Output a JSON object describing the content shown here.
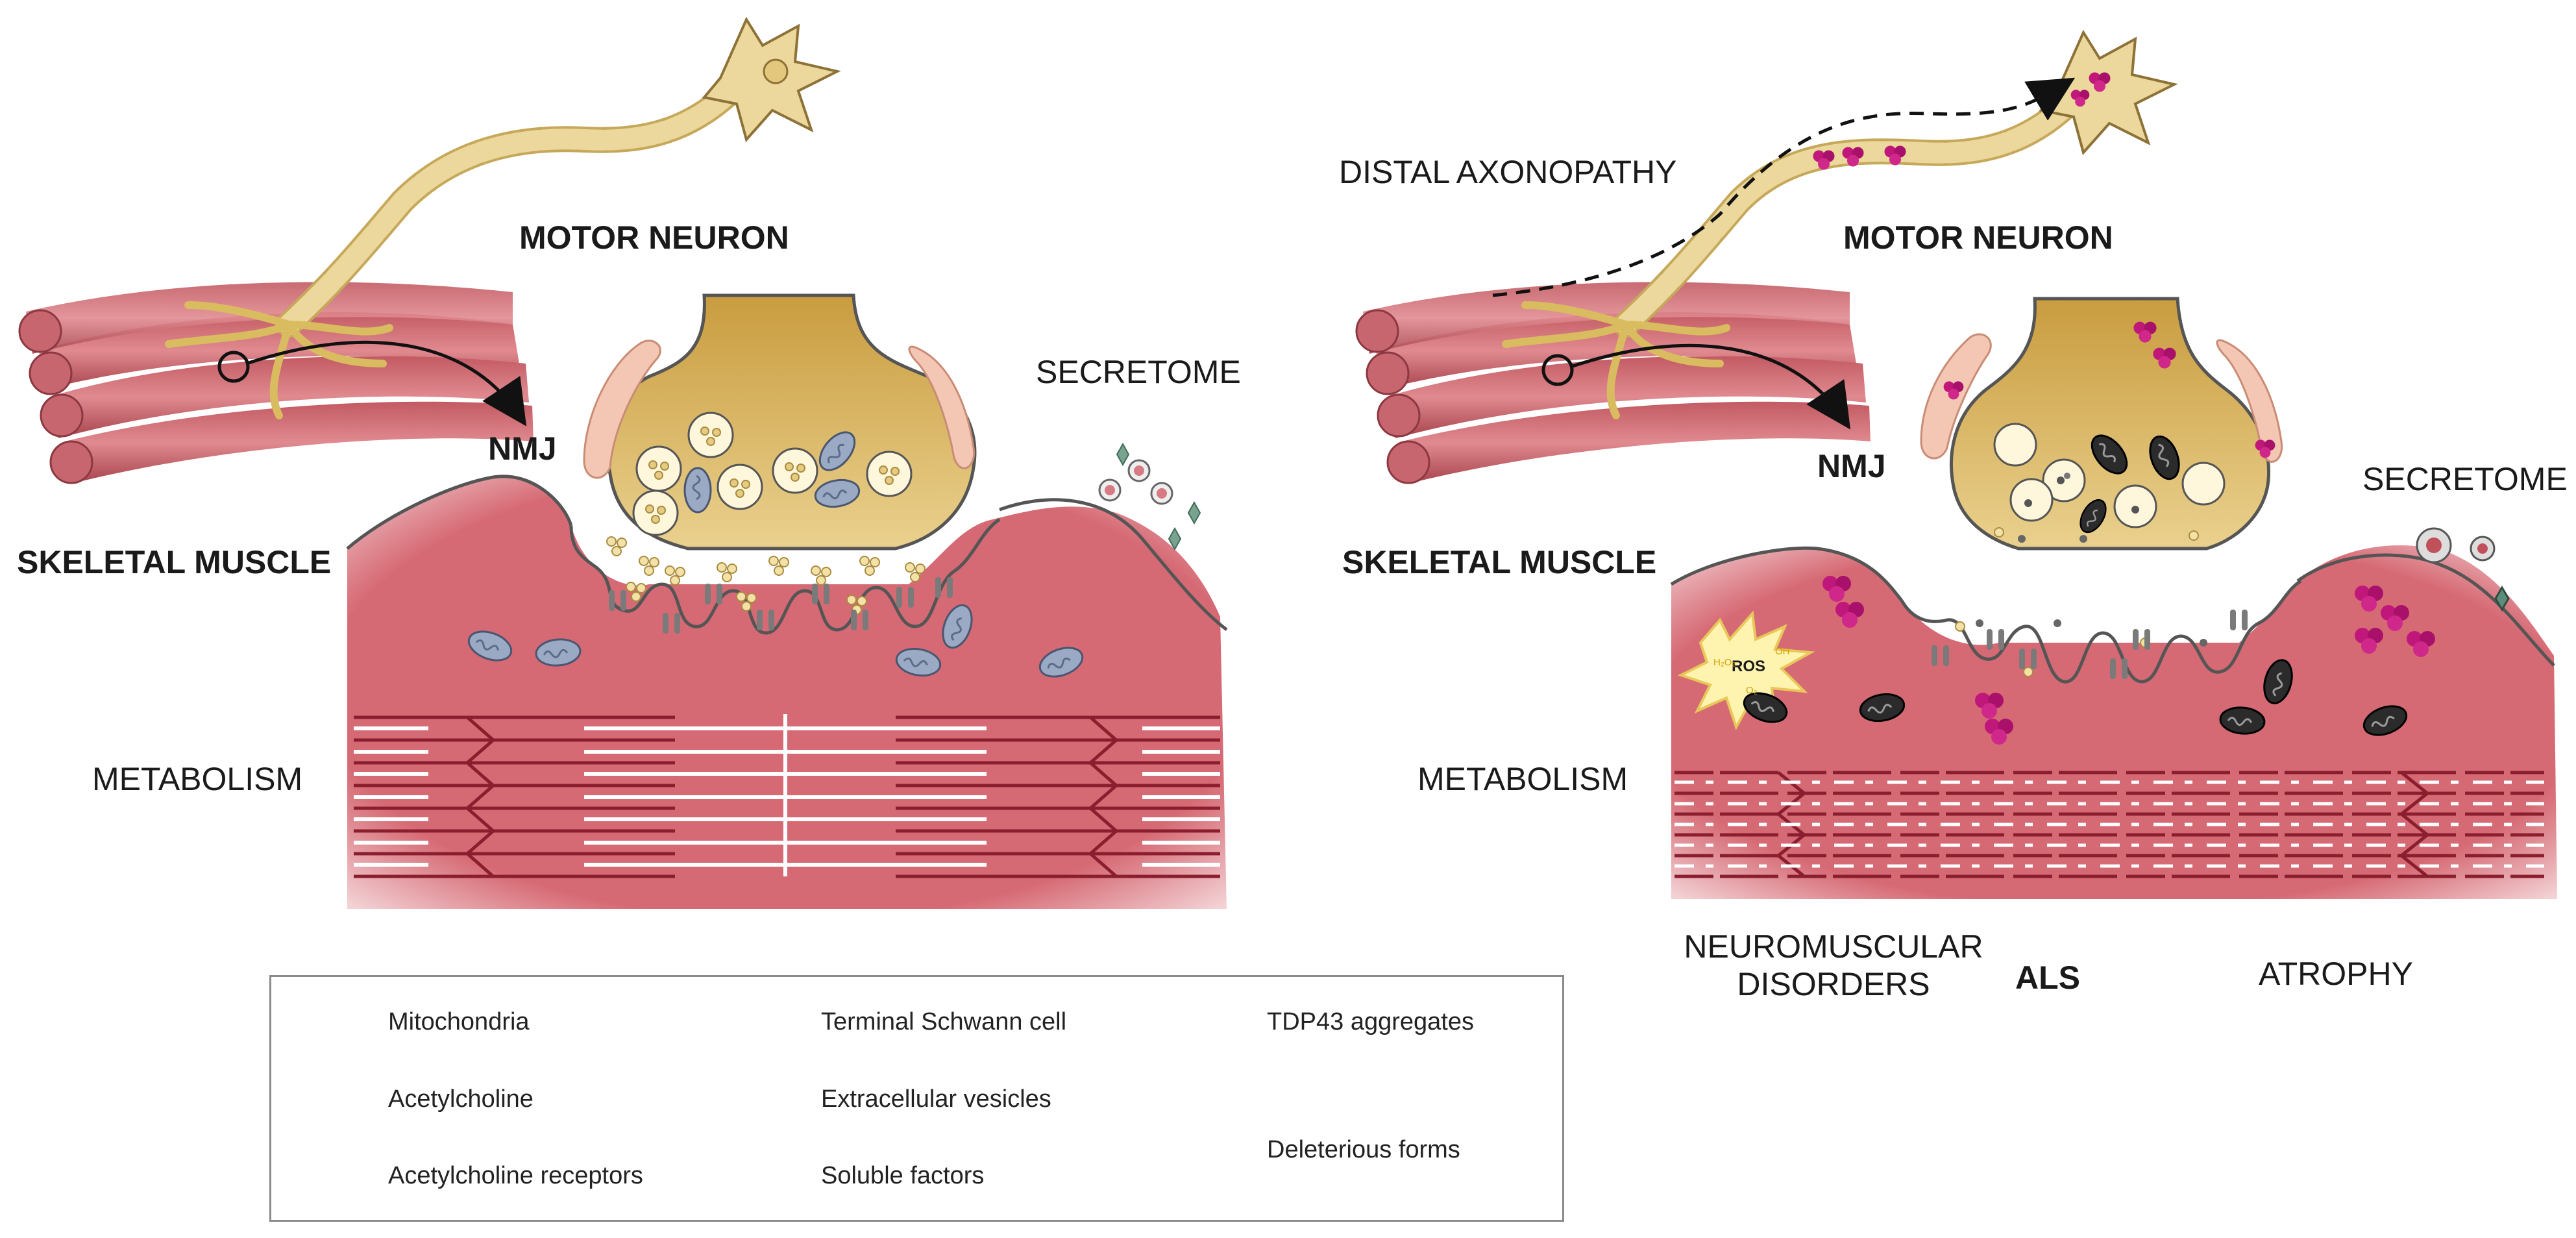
{
  "left_panel": {
    "motor_neuron": "MOTOR NEURON",
    "nmj": "NMJ",
    "secretome": "SECRETOME",
    "skeletal_muscle": "SKELETAL MUSCLE",
    "metabolism": "METABOLISM"
  },
  "right_panel": {
    "distal_axonopathy": "DISTAL AXONOPATHY",
    "motor_neuron": "MOTOR NEURON",
    "nmj": "NMJ",
    "secretome": "SECRETOME",
    "skeletal_muscle": "SKELETAL MUSCLE",
    "metabolism": "METABOLISM",
    "ros": "ROS",
    "ros_species": [
      "H₂O₂",
      "OH",
      "O₂"
    ],
    "neuromuscular_disorders_line1": "NEUROMUSCULAR",
    "neuromuscular_disorders_line2": "DISORDERS",
    "als": "ALS",
    "atrophy": "ATROPHY"
  },
  "legend": {
    "mitochondria": "Mitochondria",
    "acetylcholine": "Acetylcholine",
    "acetylcholine_receptors": "Acetylcholine receptors",
    "terminal_schwann_cell": "Terminal Schwann cell",
    "extracellular_vesicles": "Extracellular vesicles",
    "soluble_factors": "Soluble factors",
    "tdp43_aggregates": "TDP43 aggregates",
    "deleterious_forms": "Deleterious forms"
  },
  "colors": {
    "muscle": "#d9717a",
    "muscle_dark": "#b84a55",
    "neuron": "#e8cf88",
    "terminal": "#d8b45a",
    "schwann": "#f3c7b3",
    "mitochondria": "#9aa9c4",
    "tdp43": "#c0187a",
    "deleterious": "#2a2a2a",
    "soluble": "#5e8c7a"
  }
}
